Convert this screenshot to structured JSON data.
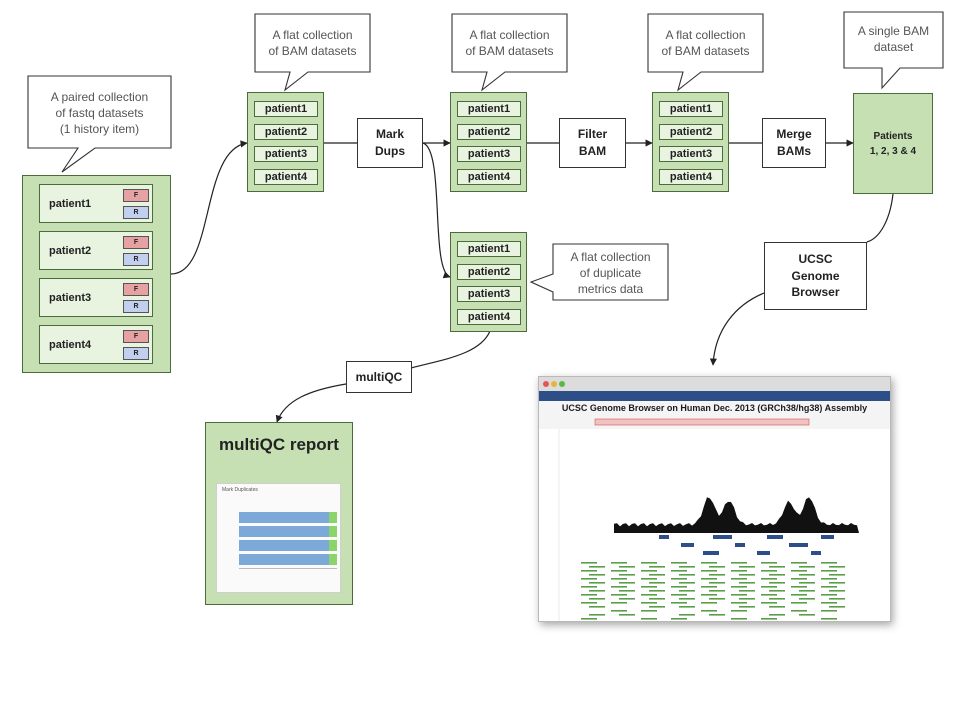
{
  "bubbles": {
    "paired_input": "A paired collection\nof fastq datasets\n(1 history item)",
    "flat_1": "A flat collection\nof BAM datasets",
    "flat_2": "A flat collection\nof BAM datasets",
    "flat_3": "A flat collection\nof BAM datasets",
    "single_bam": "A single BAM\ndataset",
    "dup_metrics": "A flat collection\nof duplicate\nmetrics data"
  },
  "paired_collection": {
    "items": [
      {
        "label": "patient1",
        "forward": "F",
        "reverse": "R"
      },
      {
        "label": "patient2",
        "forward": "F",
        "reverse": "R"
      },
      {
        "label": "patient3",
        "forward": "F",
        "reverse": "R"
      },
      {
        "label": "patient4",
        "forward": "F",
        "reverse": "R"
      }
    ]
  },
  "collections": {
    "bam_1": [
      "patient1",
      "patient2",
      "patient3",
      "patient4"
    ],
    "bam_2": [
      "patient1",
      "patient2",
      "patient3",
      "patient4"
    ],
    "bam_3": [
      "patient1",
      "patient2",
      "patient3",
      "patient4"
    ],
    "metrics": [
      "patient1",
      "patient2",
      "patient3",
      "patient4"
    ]
  },
  "tools": {
    "mark_dups": "Mark\nDups",
    "filter_bam": "Filter\nBAM",
    "merge_bams": "Merge\nBAMs",
    "multiqc": "multiQC",
    "ucsc": "UCSC\nGenome\nBrowser"
  },
  "merged": {
    "label": "Patients\n1, 2, 3 & 4"
  },
  "report": {
    "title": "multiQC report",
    "thumb_title": "Mark Duplicates",
    "bars": 4
  },
  "browser": {
    "title": "UCSC Genome Browser on Human Dec. 2013 (GRCh38/hg38) Assembly"
  },
  "colors": {
    "collection_fill": "#c6e0b4",
    "collection_border": "#4a6b3a",
    "item_fill": "#e8f3e0",
    "forward_tag": "#e6a2a2",
    "reverse_tag": "#c2cfee",
    "browser_nav": "#2d4e86",
    "coverage_track": "#111111",
    "gene_track": "#2d4e86",
    "feature_track": "#5a9e4a"
  }
}
